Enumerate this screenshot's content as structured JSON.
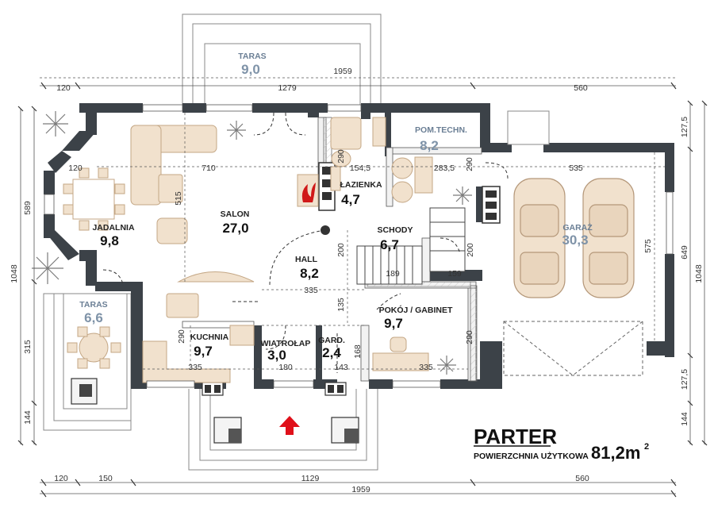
{
  "plan": {
    "title": "PARTER",
    "subtitle": "POWIERZCHNIA UŻYTKOWA",
    "total_area": "81,2m",
    "area_sup": "2"
  },
  "rooms": [
    {
      "id": "taras-top",
      "name": "TARAS",
      "area": "9,0",
      "style": "grey"
    },
    {
      "id": "salon",
      "name": "SALON",
      "area": "27,0",
      "style": "dark"
    },
    {
      "id": "jadalnia",
      "name": "JADALNIA",
      "area": "9,8",
      "style": "dark"
    },
    {
      "id": "lazienka",
      "name": "ŁAZIENKA",
      "area": "4,7",
      "style": "dark"
    },
    {
      "id": "pom-techn",
      "name": "POM.TECHN.",
      "area": "8,2",
      "style": "grey"
    },
    {
      "id": "schody",
      "name": "SCHODY",
      "area": "6,7",
      "style": "dark"
    },
    {
      "id": "hall",
      "name": "HALL",
      "area": "8,2",
      "style": "dark"
    },
    {
      "id": "garaz",
      "name": "GARAŻ",
      "area": "30,3",
      "style": "grey"
    },
    {
      "id": "taras-left",
      "name": "TARAS",
      "area": "6,6",
      "style": "grey"
    },
    {
      "id": "kuchnia",
      "name": "KUCHNIA",
      "area": "9,7",
      "style": "dark"
    },
    {
      "id": "wiatrolap",
      "name": "WIATROŁAP",
      "area": "3,0",
      "style": "dark"
    },
    {
      "id": "gard",
      "name": "GARD.",
      "area": "2,4",
      "style": "dark"
    },
    {
      "id": "pokoj",
      "name": "POKÓJ / GABINET",
      "area": "9,7",
      "style": "dark"
    }
  ],
  "dims": {
    "top_120": "120",
    "top_1279": "1279",
    "top_1959": "1959",
    "top_560": "560",
    "bot_120": "120",
    "bot_150": "150",
    "bot_1129": "1129",
    "bot_560": "560",
    "bot_1959": "1959",
    "left_589": "589",
    "left_1048": "1048",
    "left_315": "315",
    "left_144": "144",
    "right_1275a": "127,5",
    "right_649": "649",
    "right_1048": "1048",
    "right_1275b": "127,5",
    "right_144": "144",
    "in_120": "120",
    "in_710": "710",
    "in_515": "515",
    "in_290a": "290",
    "in_1545": "154,5",
    "in_2835": "283,5",
    "in_290b": "290",
    "in_535": "535",
    "in_575": "575",
    "in_200a": "200",
    "in_200b": "200",
    "in_189": "189",
    "in_159": "159",
    "in_335a": "335",
    "in_135": "135",
    "in_290c": "290",
    "in_335b": "335",
    "in_180": "180",
    "in_143": "143",
    "in_168": "168",
    "in_290d": "290",
    "in_335c": "335"
  },
  "icons": [
    "entrance-arrow-icon",
    "fireplace-icon",
    "plant-icon",
    "car-icon",
    "chimney-icon"
  ]
}
